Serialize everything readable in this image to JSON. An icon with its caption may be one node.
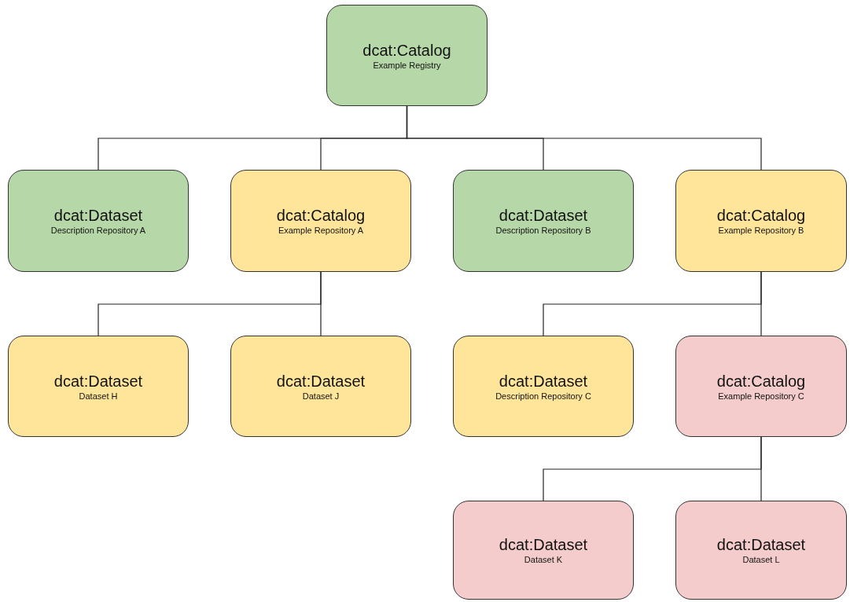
{
  "diagram": {
    "nodes": [
      {
        "text": [
          "dcat:Catalog",
          "Example Registry"
        ]
      },
      {
        "text": [
          "dcat:Dataset",
          "Description Repository A"
        ]
      },
      {
        "text": [
          "dcat:Catalog",
          "Example Repository A"
        ]
      },
      {
        "text": [
          "dcat:Dataset",
          "Description Repository B"
        ]
      },
      {
        "text": [
          "dcat:Catalog",
          "Example Repository B"
        ]
      },
      {
        "text": [
          "dcat:Dataset",
          "Dataset H"
        ]
      },
      {
        "text": [
          "dcat:Dataset",
          "Dataset J"
        ]
      },
      {
        "text": [
          "dcat:Dataset",
          "Description Repository C"
        ]
      },
      {
        "text": [
          "dcat:Catalog",
          "Example Repository C"
        ]
      },
      {
        "text": [
          "dcat:Dataset",
          "Dataset K"
        ]
      },
      {
        "text": [
          "dcat:Dataset",
          "Dataset L"
        ]
      }
    ],
    "edges": [
      {
        "from": 0,
        "to": 1,
        "arrow": "none"
      },
      {
        "from": 0,
        "to": 2,
        "arrow": "none"
      },
      {
        "from": 0,
        "to": 3,
        "arrow": "none"
      },
      {
        "from": 0,
        "to": 4,
        "arrow": "none"
      },
      {
        "from": 2,
        "to": 5,
        "arrow": "none"
      },
      {
        "from": 2,
        "to": 6,
        "arrow": "none"
      },
      {
        "from": 4,
        "to": 7,
        "arrow": "none"
      },
      {
        "from": 4,
        "to": 8,
        "arrow": "none"
      },
      {
        "from": 8,
        "to": 9,
        "arrow": "none"
      },
      {
        "from": 8,
        "to": 10,
        "arrow": "none"
      }
    ]
  }
}
